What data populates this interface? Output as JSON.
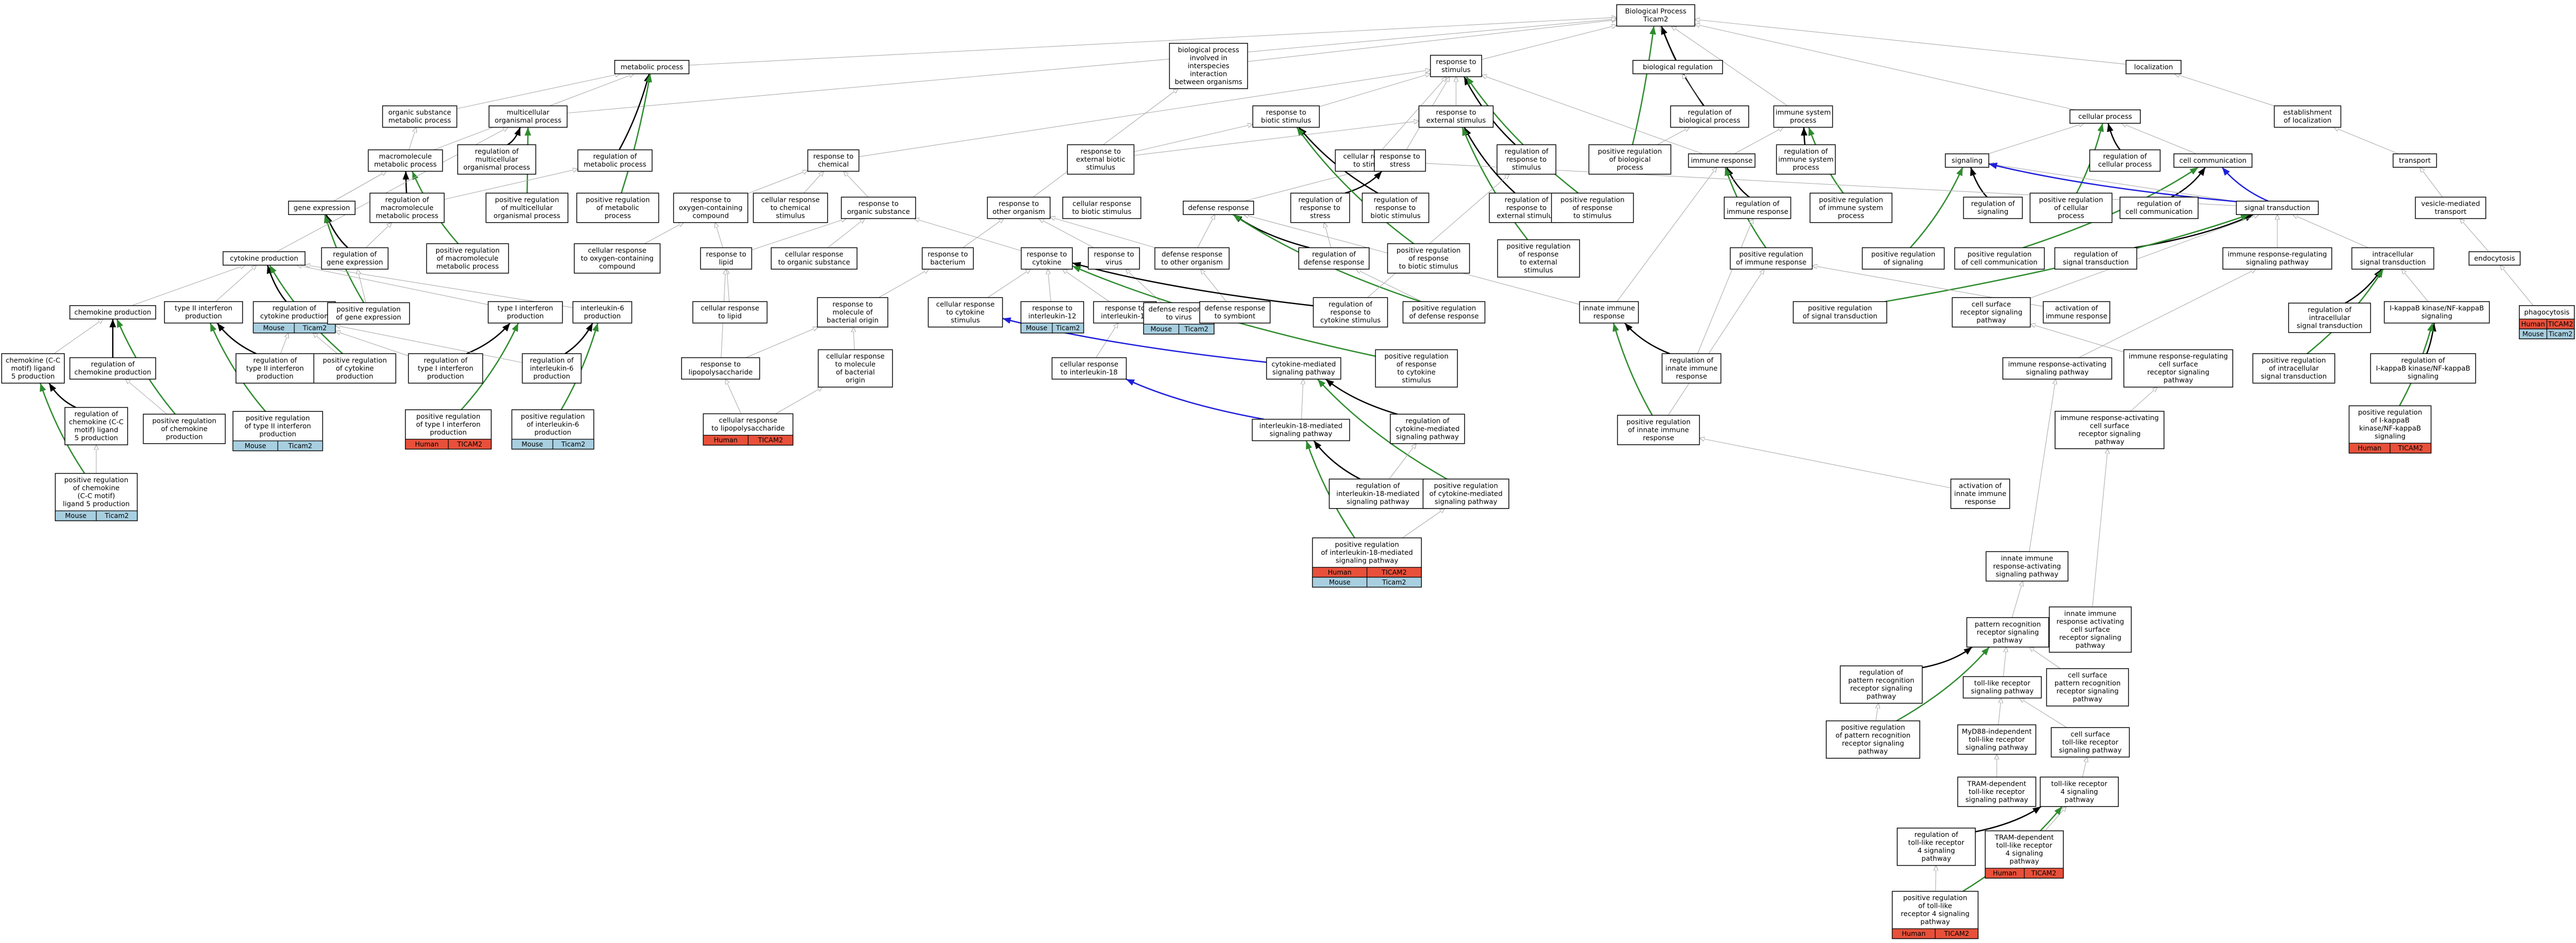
{
  "colors": {
    "node_stroke": "#000000",
    "edge_is_a": "#b0b0b0",
    "edge_part_of": "#000000",
    "edge_positive": "#2e8b2e",
    "edge_negative": "#1e1edc",
    "human": "#e8503a",
    "mouse": "#a8cfe0"
  },
  "nodes": [
    {
      "id": "bp",
      "lines": [
        "Biological Process",
        "Ticam2"
      ]
    },
    {
      "id": "metabolic",
      "lines": [
        "metabolic process"
      ]
    },
    {
      "id": "interspecies",
      "lines": [
        "biological process",
        "involved in",
        "interspecies",
        "interaction",
        "between organisms"
      ]
    },
    {
      "id": "resp_stim",
      "lines": [
        "response to",
        "stimulus"
      ]
    },
    {
      "id": "bio_reg",
      "lines": [
        "biological regulation"
      ]
    },
    {
      "id": "localization",
      "lines": [
        "localization"
      ]
    },
    {
      "id": "org_sub_met",
      "lines": [
        "organic substance",
        "metabolic process"
      ]
    },
    {
      "id": "multicell",
      "lines": [
        "multicellular",
        "organismal process"
      ]
    },
    {
      "id": "resp_biotic",
      "lines": [
        "response to",
        "biotic stimulus"
      ]
    },
    {
      "id": "resp_ext",
      "lines": [
        "response to",
        "external stimulus"
      ]
    },
    {
      "id": "reg_bio",
      "lines": [
        "regulation of",
        "biological process"
      ]
    },
    {
      "id": "immune_sys",
      "lines": [
        "immune system",
        "process"
      ]
    },
    {
      "id": "cellular_proc",
      "lines": [
        "cellular process"
      ]
    },
    {
      "id": "establish_loc",
      "lines": [
        "establishment",
        "of localization"
      ]
    },
    {
      "id": "pos_reg_bio",
      "lines": [
        "positive regulation",
        "of biological",
        "process"
      ]
    },
    {
      "id": "macromol",
      "lines": [
        "macromolecule",
        "metabolic process"
      ]
    },
    {
      "id": "reg_multicell",
      "lines": [
        "regulation of",
        "multicellular",
        "organismal process"
      ]
    },
    {
      "id": "reg_met",
      "lines": [
        "regulation of",
        "metabolic process"
      ]
    },
    {
      "id": "resp_chem",
      "lines": [
        "response to",
        "chemical"
      ]
    },
    {
      "id": "resp_ext_biotic",
      "lines": [
        "response to",
        "external biotic",
        "stimulus"
      ]
    },
    {
      "id": "cell_resp_stim",
      "lines": [
        "cellular response",
        "to stimulus"
      ]
    },
    {
      "id": "resp_stress",
      "lines": [
        "response to",
        "stress"
      ]
    },
    {
      "id": "reg_resp_stim",
      "lines": [
        "regulation of",
        "response to",
        "stimulus"
      ]
    },
    {
      "id": "immune_resp",
      "lines": [
        "immune response"
      ]
    },
    {
      "id": "reg_immune_sys",
      "lines": [
        "regulation of",
        "immune system",
        "process"
      ]
    },
    {
      "id": "signaling",
      "lines": [
        "signaling"
      ]
    },
    {
      "id": "reg_cellular",
      "lines": [
        "regulation of",
        "cellular process"
      ]
    },
    {
      "id": "cell_comm",
      "lines": [
        "cell communication"
      ]
    },
    {
      "id": "transport",
      "lines": [
        "transport"
      ]
    },
    {
      "id": "gene_expr",
      "lines": [
        "gene expression"
      ]
    },
    {
      "id": "reg_macromol",
      "lines": [
        "regulation of",
        "macromolecule",
        "metabolic process"
      ]
    },
    {
      "id": "pos_reg_multicell",
      "lines": [
        "positive regulation",
        "of multicellular",
        "organismal process"
      ]
    },
    {
      "id": "pos_reg_met",
      "lines": [
        "positive regulation",
        "of metabolic",
        "process"
      ]
    },
    {
      "id": "resp_oxy",
      "lines": [
        "response to",
        "oxygen-containing",
        "compound"
      ]
    },
    {
      "id": "cell_resp_chem",
      "lines": [
        "cellular response",
        "to chemical",
        "stimulus"
      ]
    },
    {
      "id": "resp_org_sub",
      "lines": [
        "response to",
        "organic substance"
      ]
    },
    {
      "id": "resp_other_org",
      "lines": [
        "response to",
        "other organism"
      ]
    },
    {
      "id": "cell_resp_biotic",
      "lines": [
        "cellular response",
        "to biotic stimulus"
      ]
    },
    {
      "id": "defense_resp",
      "lines": [
        "defense response"
      ]
    },
    {
      "id": "reg_resp_stress",
      "lines": [
        "regulation of",
        "response to",
        "stress"
      ]
    },
    {
      "id": "reg_resp_biotic",
      "lines": [
        "regulation of",
        "response to",
        "biotic stimulus"
      ]
    },
    {
      "id": "reg_resp_ext",
      "lines": [
        "regulation of",
        "response to",
        "external stimulus"
      ]
    },
    {
      "id": "pos_reg_resp_stim",
      "lines": [
        "positive regulation",
        "of response",
        "to stimulus"
      ]
    },
    {
      "id": "reg_immune_resp",
      "lines": [
        "regulation of",
        "immune response"
      ]
    },
    {
      "id": "pos_reg_immune_sys",
      "lines": [
        "positive regulation",
        "of immune system",
        "process"
      ]
    },
    {
      "id": "reg_signaling",
      "lines": [
        "regulation of",
        "signaling"
      ]
    },
    {
      "id": "pos_reg_cellular",
      "lines": [
        "positive regulation",
        "of cellular",
        "process"
      ]
    },
    {
      "id": "reg_cell_comm",
      "lines": [
        "regulation of",
        "cell communication"
      ]
    },
    {
      "id": "signal_trans",
      "lines": [
        "signal transduction"
      ]
    },
    {
      "id": "vesicle_transport",
      "lines": [
        "vesicle-mediated",
        "transport"
      ]
    },
    {
      "id": "cytokine_prod",
      "lines": [
        "cytokine production"
      ]
    },
    {
      "id": "reg_gene_expr",
      "lines": [
        "regulation of",
        "gene expression"
      ]
    },
    {
      "id": "pos_reg_macromol",
      "lines": [
        "positive regulation",
        "of macromolecule",
        "metabolic process"
      ]
    },
    {
      "id": "cell_resp_oxy",
      "lines": [
        "cellular response",
        "to oxygen-containing",
        "compound"
      ]
    },
    {
      "id": "resp_lipid",
      "lines": [
        "response to",
        "lipid"
      ]
    },
    {
      "id": "cell_resp_org_sub",
      "lines": [
        "cellular response",
        "to organic substance"
      ]
    },
    {
      "id": "resp_bacterium",
      "lines": [
        "response to",
        "bacterium"
      ]
    },
    {
      "id": "resp_cytokine",
      "lines": [
        "response to",
        "cytokine"
      ]
    },
    {
      "id": "resp_virus",
      "lines": [
        "response to",
        "virus"
      ]
    },
    {
      "id": "defense_other_org",
      "lines": [
        "defense response",
        "to other organism"
      ]
    },
    {
      "id": "reg_defense_resp",
      "lines": [
        "regulation of",
        "defense response"
      ]
    },
    {
      "id": "pos_reg_resp_biotic",
      "lines": [
        "positive regulation",
        "of response",
        "to biotic stimulus"
      ]
    },
    {
      "id": "pos_reg_resp_ext",
      "lines": [
        "positive regulation",
        "of response",
        "to external",
        "stimulus"
      ]
    },
    {
      "id": "pos_reg_immune_resp",
      "lines": [
        "positive regulation",
        "of immune response"
      ]
    },
    {
      "id": "pos_reg_signaling",
      "lines": [
        "positive regulation",
        "of signaling"
      ]
    },
    {
      "id": "pos_reg_cell_comm",
      "lines": [
        "positive regulation",
        "of cell communication"
      ]
    },
    {
      "id": "reg_signal_trans",
      "lines": [
        "regulation of",
        "signal transduction"
      ]
    },
    {
      "id": "immune_reg_signal",
      "lines": [
        "immune response-regulating",
        "signaling pathway"
      ]
    },
    {
      "id": "intracell_signal",
      "lines": [
        "intracellular",
        "signal transduction"
      ]
    },
    {
      "id": "endocytosis",
      "lines": [
        "endocytosis"
      ]
    },
    {
      "id": "chemokine_prod",
      "lines": [
        "chemokine production"
      ]
    },
    {
      "id": "type2_ifn",
      "lines": [
        "type II interferon",
        "production"
      ]
    },
    {
      "id": "reg_cytokine_prod",
      "lines": [
        "regulation of",
        "cytokine production"
      ],
      "tags": [
        "Mouse",
        "Ticam2"
      ]
    },
    {
      "id": "pos_reg_gene_expr",
      "lines": [
        "positive regulation",
        "of gene expression"
      ]
    },
    {
      "id": "type1_ifn",
      "lines": [
        "type I interferon",
        "production"
      ]
    },
    {
      "id": "il6_prod",
      "lines": [
        "interleukin-6",
        "production"
      ]
    },
    {
      "id": "cell_resp_lipid",
      "lines": [
        "cellular response",
        "to lipid"
      ]
    },
    {
      "id": "resp_mol_bact",
      "lines": [
        "response to",
        "molecule of",
        "bacterial origin"
      ]
    },
    {
      "id": "cell_resp_cytokine",
      "lines": [
        "cellular response",
        "to cytokine",
        "stimulus"
      ]
    },
    {
      "id": "resp_il12",
      "lines": [
        "response to",
        "interleukin-12"
      ],
      "tags": [
        "Mouse",
        "Ticam2"
      ]
    },
    {
      "id": "resp_il18",
      "lines": [
        "response to",
        "interleukin-18"
      ]
    },
    {
      "id": "defense_virus",
      "lines": [
        "defense response",
        "to virus"
      ],
      "tags": [
        "Mouse",
        "Ticam2"
      ]
    },
    {
      "id": "defense_symbiont",
      "lines": [
        "defense response",
        "to symbiont"
      ]
    },
    {
      "id": "reg_resp_cytokine",
      "lines": [
        "regulation of",
        "response to",
        "cytokine stimulus"
      ]
    },
    {
      "id": "pos_reg_defense",
      "lines": [
        "positive regulation",
        "of defense response"
      ]
    },
    {
      "id": "innate_immune",
      "lines": [
        "innate immune",
        "response"
      ]
    },
    {
      "id": "pos_reg_signal_trans",
      "lines": [
        "positive regulation",
        "of signal transduction"
      ]
    },
    {
      "id": "cell_surface_rec",
      "lines": [
        "cell surface",
        "receptor signaling",
        "pathway"
      ]
    },
    {
      "id": "act_immune_resp",
      "lines": [
        "activation of",
        "immune response"
      ]
    },
    {
      "id": "ikb_nfkb",
      "lines": [
        "I-kappaB kinase/NF-kappaB",
        "signaling"
      ]
    },
    {
      "id": "reg_intracell",
      "lines": [
        "regulation of",
        "intracellular",
        "signal transduction"
      ]
    },
    {
      "id": "phagocytosis",
      "lines": [
        "phagocytosis"
      ],
      "tags": [
        "Human",
        "TICAM2",
        "Mouse",
        "Ticam2"
      ]
    },
    {
      "id": "chemokine_ccl5",
      "lines": [
        "chemokine (C-C",
        "motif) ligand",
        "5 production"
      ]
    },
    {
      "id": "reg_chemokine_prod",
      "lines": [
        "regulation of",
        "chemokine production"
      ]
    },
    {
      "id": "reg_type2_ifn",
      "lines": [
        "regulation of",
        "type II interferon",
        "production"
      ]
    },
    {
      "id": "pos_reg_cytokine_prod",
      "lines": [
        "positive regulation",
        "of cytokine",
        "production"
      ]
    },
    {
      "id": "reg_type1_ifn",
      "lines": [
        "regulation of",
        "type I interferon",
        "production"
      ]
    },
    {
      "id": "reg_il6",
      "lines": [
        "regulation of",
        "interleukin-6",
        "production"
      ]
    },
    {
      "id": "resp_lps",
      "lines": [
        "response to",
        "lipopolysaccharide"
      ]
    },
    {
      "id": "cell_resp_mol_bact",
      "lines": [
        "cellular response",
        "to molecule",
        "of bacterial",
        "origin"
      ]
    },
    {
      "id": "cell_resp_il18",
      "lines": [
        "cellular response",
        "to interleukin-18"
      ]
    },
    {
      "id": "cytokine_signal",
      "lines": [
        "cytokine-mediated",
        "signaling pathway"
      ]
    },
    {
      "id": "pos_reg_resp_cytokine",
      "lines": [
        "positive regulation",
        "of response",
        "to cytokine",
        "stimulus"
      ]
    },
    {
      "id": "reg_innate_immune",
      "lines": [
        "regulation of",
        "innate immune",
        "response"
      ]
    },
    {
      "id": "immune_act_signal",
      "lines": [
        "immune response-activating",
        "signaling pathway"
      ]
    },
    {
      "id": "immune_reg_cell_surface",
      "lines": [
        "immune response-regulating",
        "cell surface",
        "receptor signaling",
        "pathway"
      ]
    },
    {
      "id": "pos_reg_intracell",
      "lines": [
        "positive regulation",
        "of intracellular",
        "signal transduction"
      ]
    },
    {
      "id": "reg_ikb_nfkb",
      "lines": [
        "regulation of",
        "I-kappaB kinase/NF-kappaB",
        "signaling"
      ]
    },
    {
      "id": "reg_ccl5",
      "lines": [
        "regulation of",
        "chemokine (C-C",
        "motif) ligand",
        "5 production"
      ]
    },
    {
      "id": "pos_reg_chemokine",
      "lines": [
        "positive regulation",
        "of chemokine",
        "production"
      ]
    },
    {
      "id": "pos_reg_type2_ifn",
      "lines": [
        "positive regulation",
        "of type II interferon",
        "production"
      ],
      "tags": [
        "Mouse",
        "Ticam2"
      ]
    },
    {
      "id": "pos_reg_type1_ifn",
      "lines": [
        "positive regulation",
        "of type I interferon",
        "production"
      ],
      "tags": [
        "Human",
        "TICAM2"
      ]
    },
    {
      "id": "pos_reg_il6",
      "lines": [
        "positive regulation",
        "of interleukin-6",
        "production"
      ],
      "tags": [
        "Mouse",
        "Ticam2"
      ]
    },
    {
      "id": "cell_resp_lps",
      "lines": [
        "cellular response",
        "to lipopolysaccharide"
      ],
      "tags": [
        "Human",
        "TICAM2"
      ]
    },
    {
      "id": "il18_signal",
      "lines": [
        "interleukin-18-mediated",
        "signaling pathway"
      ]
    },
    {
      "id": "reg_cytokine_signal",
      "lines": [
        "regulation of",
        "cytokine-mediated",
        "signaling pathway"
      ]
    },
    {
      "id": "pos_reg_innate",
      "lines": [
        "positive regulation",
        "of innate immune",
        "response"
      ]
    },
    {
      "id": "immune_act_cell_surface",
      "lines": [
        "immune response-activating",
        "cell surface",
        "receptor signaling",
        "pathway"
      ]
    },
    {
      "id": "pos_reg_ikb",
      "lines": [
        "positive regulation",
        "of I-kappaB",
        "kinase/NF-kappaB",
        "signaling"
      ],
      "tags": [
        "Human",
        "TICAM2"
      ]
    },
    {
      "id": "pos_reg_ccl5",
      "lines": [
        "positive regulation",
        "of chemokine",
        "(C-C motif)",
        "ligand 5 production"
      ],
      "tags": [
        "Mouse",
        "Ticam2"
      ]
    },
    {
      "id": "reg_il18_signal",
      "lines": [
        "regulation of",
        "interleukin-18-mediated",
        "signaling pathway"
      ]
    },
    {
      "id": "pos_reg_cytokine_signal",
      "lines": [
        "positive regulation",
        "of cytokine-mediated",
        "signaling pathway"
      ]
    },
    {
      "id": "act_innate",
      "lines": [
        "activation of",
        "innate immune",
        "response"
      ]
    },
    {
      "id": "pos_reg_il18_signal",
      "lines": [
        "positive regulation",
        "of interleukin-18-mediated",
        "signaling pathway"
      ],
      "tags": [
        "Human",
        "TICAM2",
        "Mouse",
        "Ticam2"
      ]
    },
    {
      "id": "innate_act_signal",
      "lines": [
        "innate immune",
        "response-activating",
        "signaling pathway"
      ]
    },
    {
      "id": "innate_act_cell_surface",
      "lines": [
        "innate immune",
        "response activating",
        "cell surface",
        "receptor signaling",
        "pathway"
      ]
    },
    {
      "id": "prr_signal",
      "lines": [
        "pattern recognition",
        "receptor signaling",
        "pathway"
      ]
    },
    {
      "id": "reg_prr",
      "lines": [
        "regulation of",
        "pattern recognition",
        "receptor signaling",
        "pathway"
      ]
    },
    {
      "id": "tlr_signal",
      "lines": [
        "toll-like receptor",
        "signaling pathway"
      ]
    },
    {
      "id": "cs_prr",
      "lines": [
        "cell surface",
        "pattern recognition",
        "receptor signaling",
        "pathway"
      ]
    },
    {
      "id": "pos_reg_prr",
      "lines": [
        "positive regulation",
        "of pattern recognition",
        "receptor signaling",
        "pathway"
      ]
    },
    {
      "id": "myd88_indep",
      "lines": [
        "MyD88-independent",
        "toll-like receptor",
        "signaling pathway"
      ]
    },
    {
      "id": "cs_tlr",
      "lines": [
        "cell surface",
        "toll-like receptor",
        "signaling pathway"
      ]
    },
    {
      "id": "tram_dep",
      "lines": [
        "TRAM-dependent",
        "toll-like receptor",
        "signaling pathway"
      ]
    },
    {
      "id": "tlr4",
      "lines": [
        "toll-like receptor",
        "4 signaling",
        "pathway"
      ]
    },
    {
      "id": "reg_tlr4",
      "lines": [
        "regulation of",
        "toll-like receptor",
        "4 signaling",
        "pathway"
      ]
    },
    {
      "id": "tram_tlr4",
      "lines": [
        "TRAM-dependent",
        "toll-like receptor",
        "4 signaling",
        "pathway"
      ],
      "tags": [
        "Human",
        "TICAM2"
      ]
    },
    {
      "id": "pos_reg_tlr4",
      "lines": [
        "positive regulation",
        "of toll-like",
        "receptor 4 signaling",
        "pathway"
      ],
      "tags": [
        "Human",
        "TICAM2"
      ]
    }
  ]
}
